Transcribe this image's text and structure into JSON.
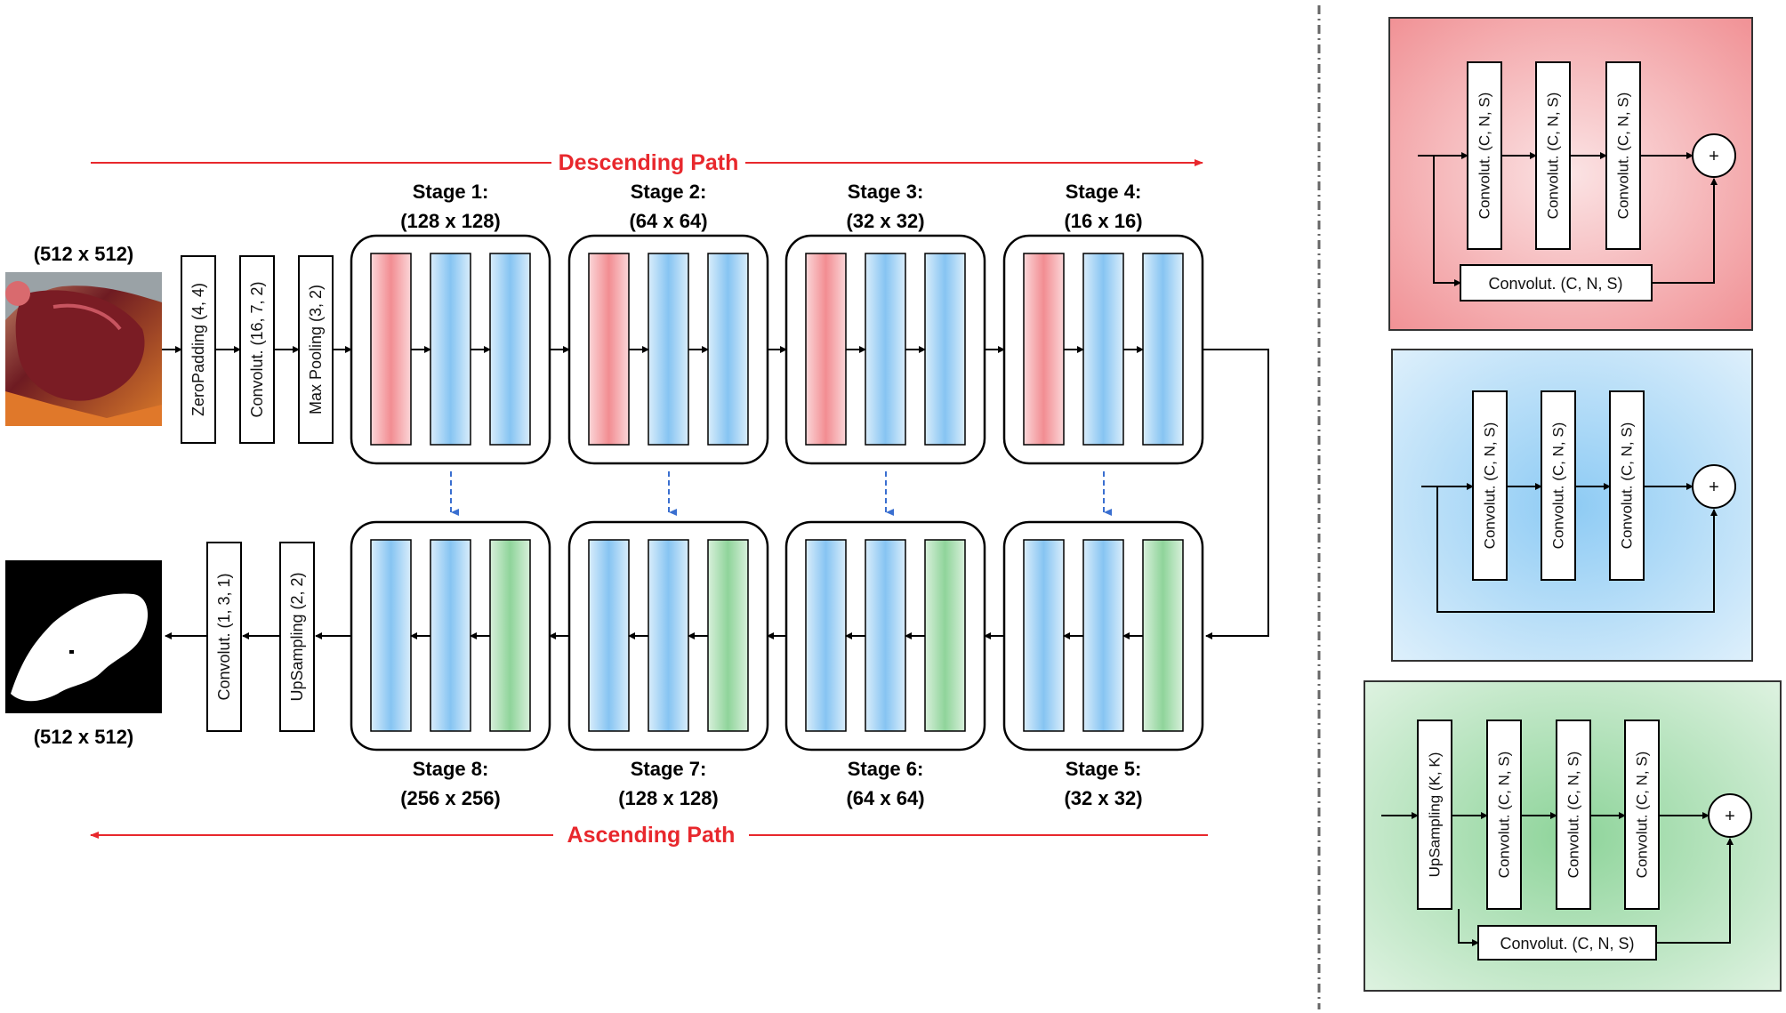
{
  "input_size": "(512 x 512)",
  "output_size": "(512 x 512)",
  "descending_label": "Descending Path",
  "ascending_label": "Ascending Path",
  "pre_layers": [
    "ZeroPadding (4, 4)",
    "Convolut. (16, 7, 2)",
    "Max Pooling (3, 2)"
  ],
  "post_layers": [
    "Convolut. (1, 3, 1)",
    "UpSampling (2, 2)"
  ],
  "top_stages": [
    {
      "title": "Stage 1:",
      "size": "(128 x 128)"
    },
    {
      "title": "Stage 2:",
      "size": "(64 x 64)"
    },
    {
      "title": "Stage 3:",
      "size": "(32 x 32)"
    },
    {
      "title": "Stage 4:",
      "size": "(16 x 16)"
    }
  ],
  "bottom_stages": [
    {
      "title": "Stage 8:",
      "size": "(256 x 256)"
    },
    {
      "title": "Stage 7:",
      "size": "(128 x 128)"
    },
    {
      "title": "Stage 6:",
      "size": "(64 x 64)"
    },
    {
      "title": "Stage 5:",
      "size": "(32 x 32)"
    }
  ],
  "conv_block_label": "Convolut. (C, N, S)",
  "upsampling_block_label": "UpSampling (K, K)",
  "plus_symbol": "+",
  "colors": {
    "red_block": "#f4a3a6",
    "blue_block": "#a8d4f5",
    "green_block": "#a8dcb0",
    "path_arrow": "#e8282d",
    "skip_arrow": "#3a6fd0"
  }
}
